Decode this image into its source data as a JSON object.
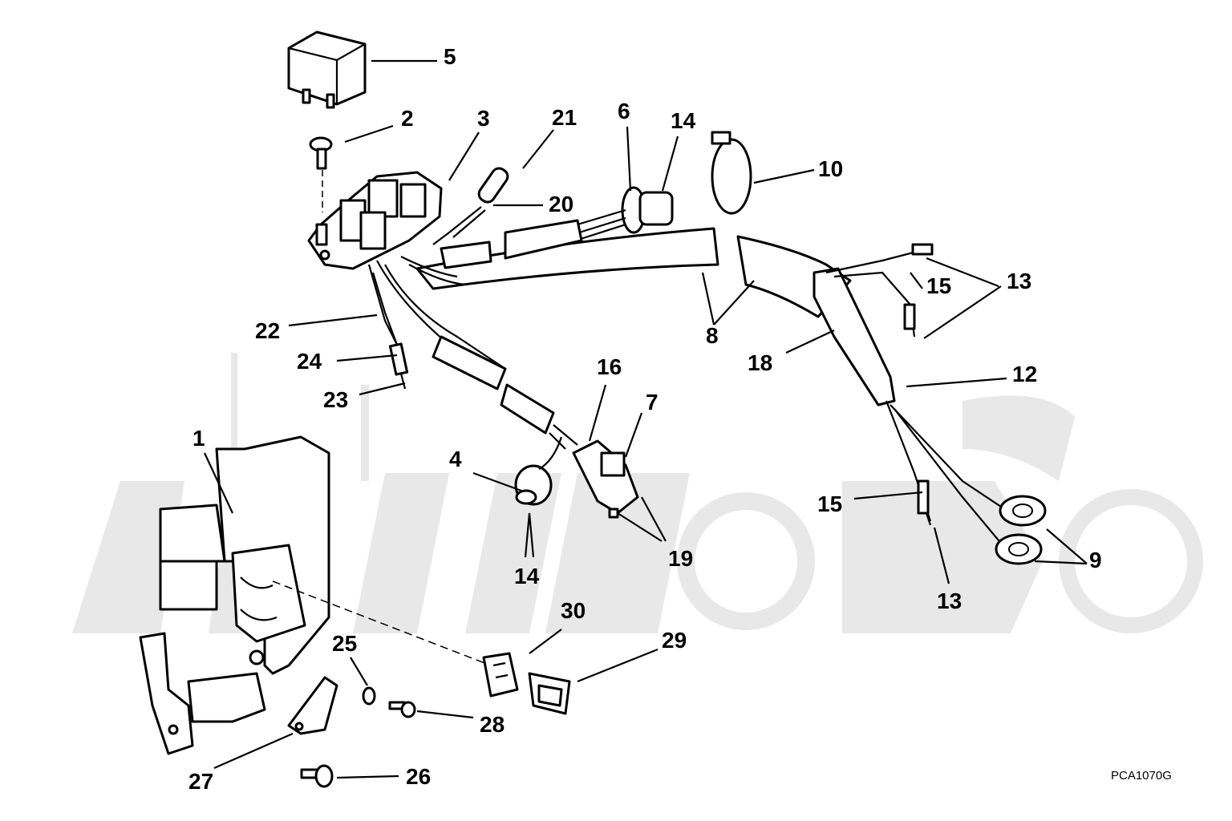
{
  "diagram": {
    "code": "PCA1070G",
    "watermark": "",
    "callouts": [
      {
        "id": "c1",
        "text": "1"
      },
      {
        "id": "c2",
        "text": "2"
      },
      {
        "id": "c3",
        "text": "3"
      },
      {
        "id": "c4",
        "text": "4"
      },
      {
        "id": "c5",
        "text": "5"
      },
      {
        "id": "c6",
        "text": "6"
      },
      {
        "id": "c7",
        "text": "7"
      },
      {
        "id": "c8",
        "text": "8"
      },
      {
        "id": "c9",
        "text": "9"
      },
      {
        "id": "c10",
        "text": "10"
      },
      {
        "id": "c12",
        "text": "12"
      },
      {
        "id": "c13a",
        "text": "13"
      },
      {
        "id": "c13b",
        "text": "13"
      },
      {
        "id": "c14a",
        "text": "14"
      },
      {
        "id": "c14b",
        "text": "14"
      },
      {
        "id": "c15a",
        "text": "15"
      },
      {
        "id": "c15b",
        "text": "15"
      },
      {
        "id": "c16",
        "text": "16"
      },
      {
        "id": "c18",
        "text": "18"
      },
      {
        "id": "c19",
        "text": "19"
      },
      {
        "id": "c20",
        "text": "20"
      },
      {
        "id": "c21",
        "text": "21"
      },
      {
        "id": "c22",
        "text": "22"
      },
      {
        "id": "c23",
        "text": "23"
      },
      {
        "id": "c24",
        "text": "24"
      },
      {
        "id": "c25",
        "text": "25"
      },
      {
        "id": "c26",
        "text": "26"
      },
      {
        "id": "c27",
        "text": "27"
      },
      {
        "id": "c28",
        "text": "28"
      },
      {
        "id": "c29",
        "text": "29"
      },
      {
        "id": "c30",
        "text": "30"
      }
    ]
  }
}
